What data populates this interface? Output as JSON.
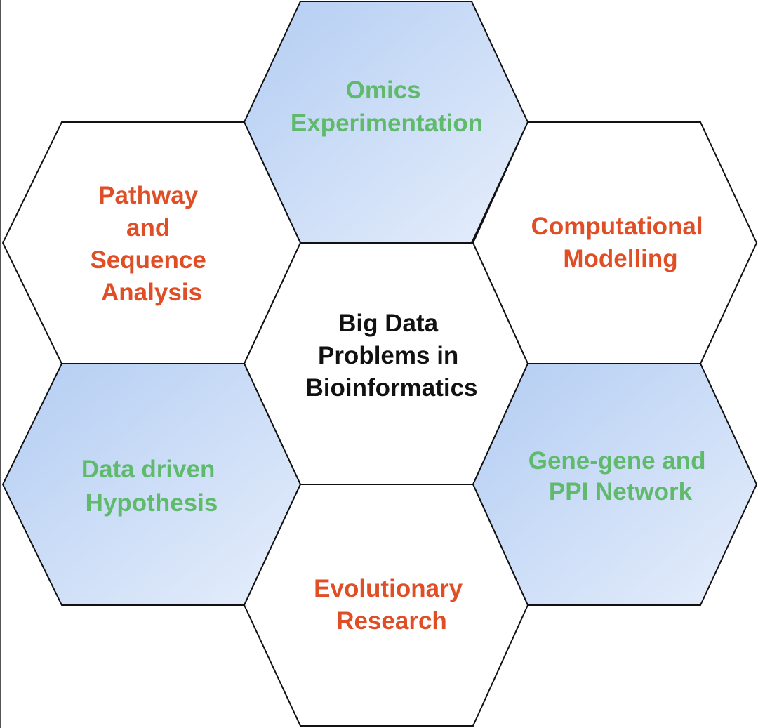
{
  "diagram": {
    "center": {
      "lines": [
        "Big Data",
        "Problems in",
        "Bioinformatics"
      ],
      "color": "#111111",
      "fill": "white"
    },
    "hexagons": [
      {
        "id": "omics-experimentation",
        "lines": [
          "Omics",
          "Experimentation"
        ],
        "color": "#5fba6b",
        "fill": "blue"
      },
      {
        "id": "pathway-sequence-analysis",
        "lines": [
          "Pathway",
          "and",
          "Sequence",
          "Analysis"
        ],
        "color": "#e04e26",
        "fill": "white"
      },
      {
        "id": "computational-modelling",
        "lines": [
          "Computational",
          "Modelling"
        ],
        "color": "#e04e26",
        "fill": "white"
      },
      {
        "id": "data-driven-hypothesis",
        "lines": [
          "Data driven",
          "Hypothesis"
        ],
        "color": "#5fba6b",
        "fill": "blue"
      },
      {
        "id": "gene-gene-ppi-network",
        "lines": [
          "Gene-gene and",
          "PPI Network"
        ],
        "color": "#5fba6b",
        "fill": "blue"
      },
      {
        "id": "evolutionary-research",
        "lines": [
          "Evolutionary",
          "Research"
        ],
        "color": "#e04e26",
        "fill": "white"
      }
    ],
    "colors": {
      "blue_fill_start": "#b3cdf3",
      "blue_fill_end": "#e6eefb",
      "outline": "#111111",
      "background": "#ffffff"
    }
  }
}
